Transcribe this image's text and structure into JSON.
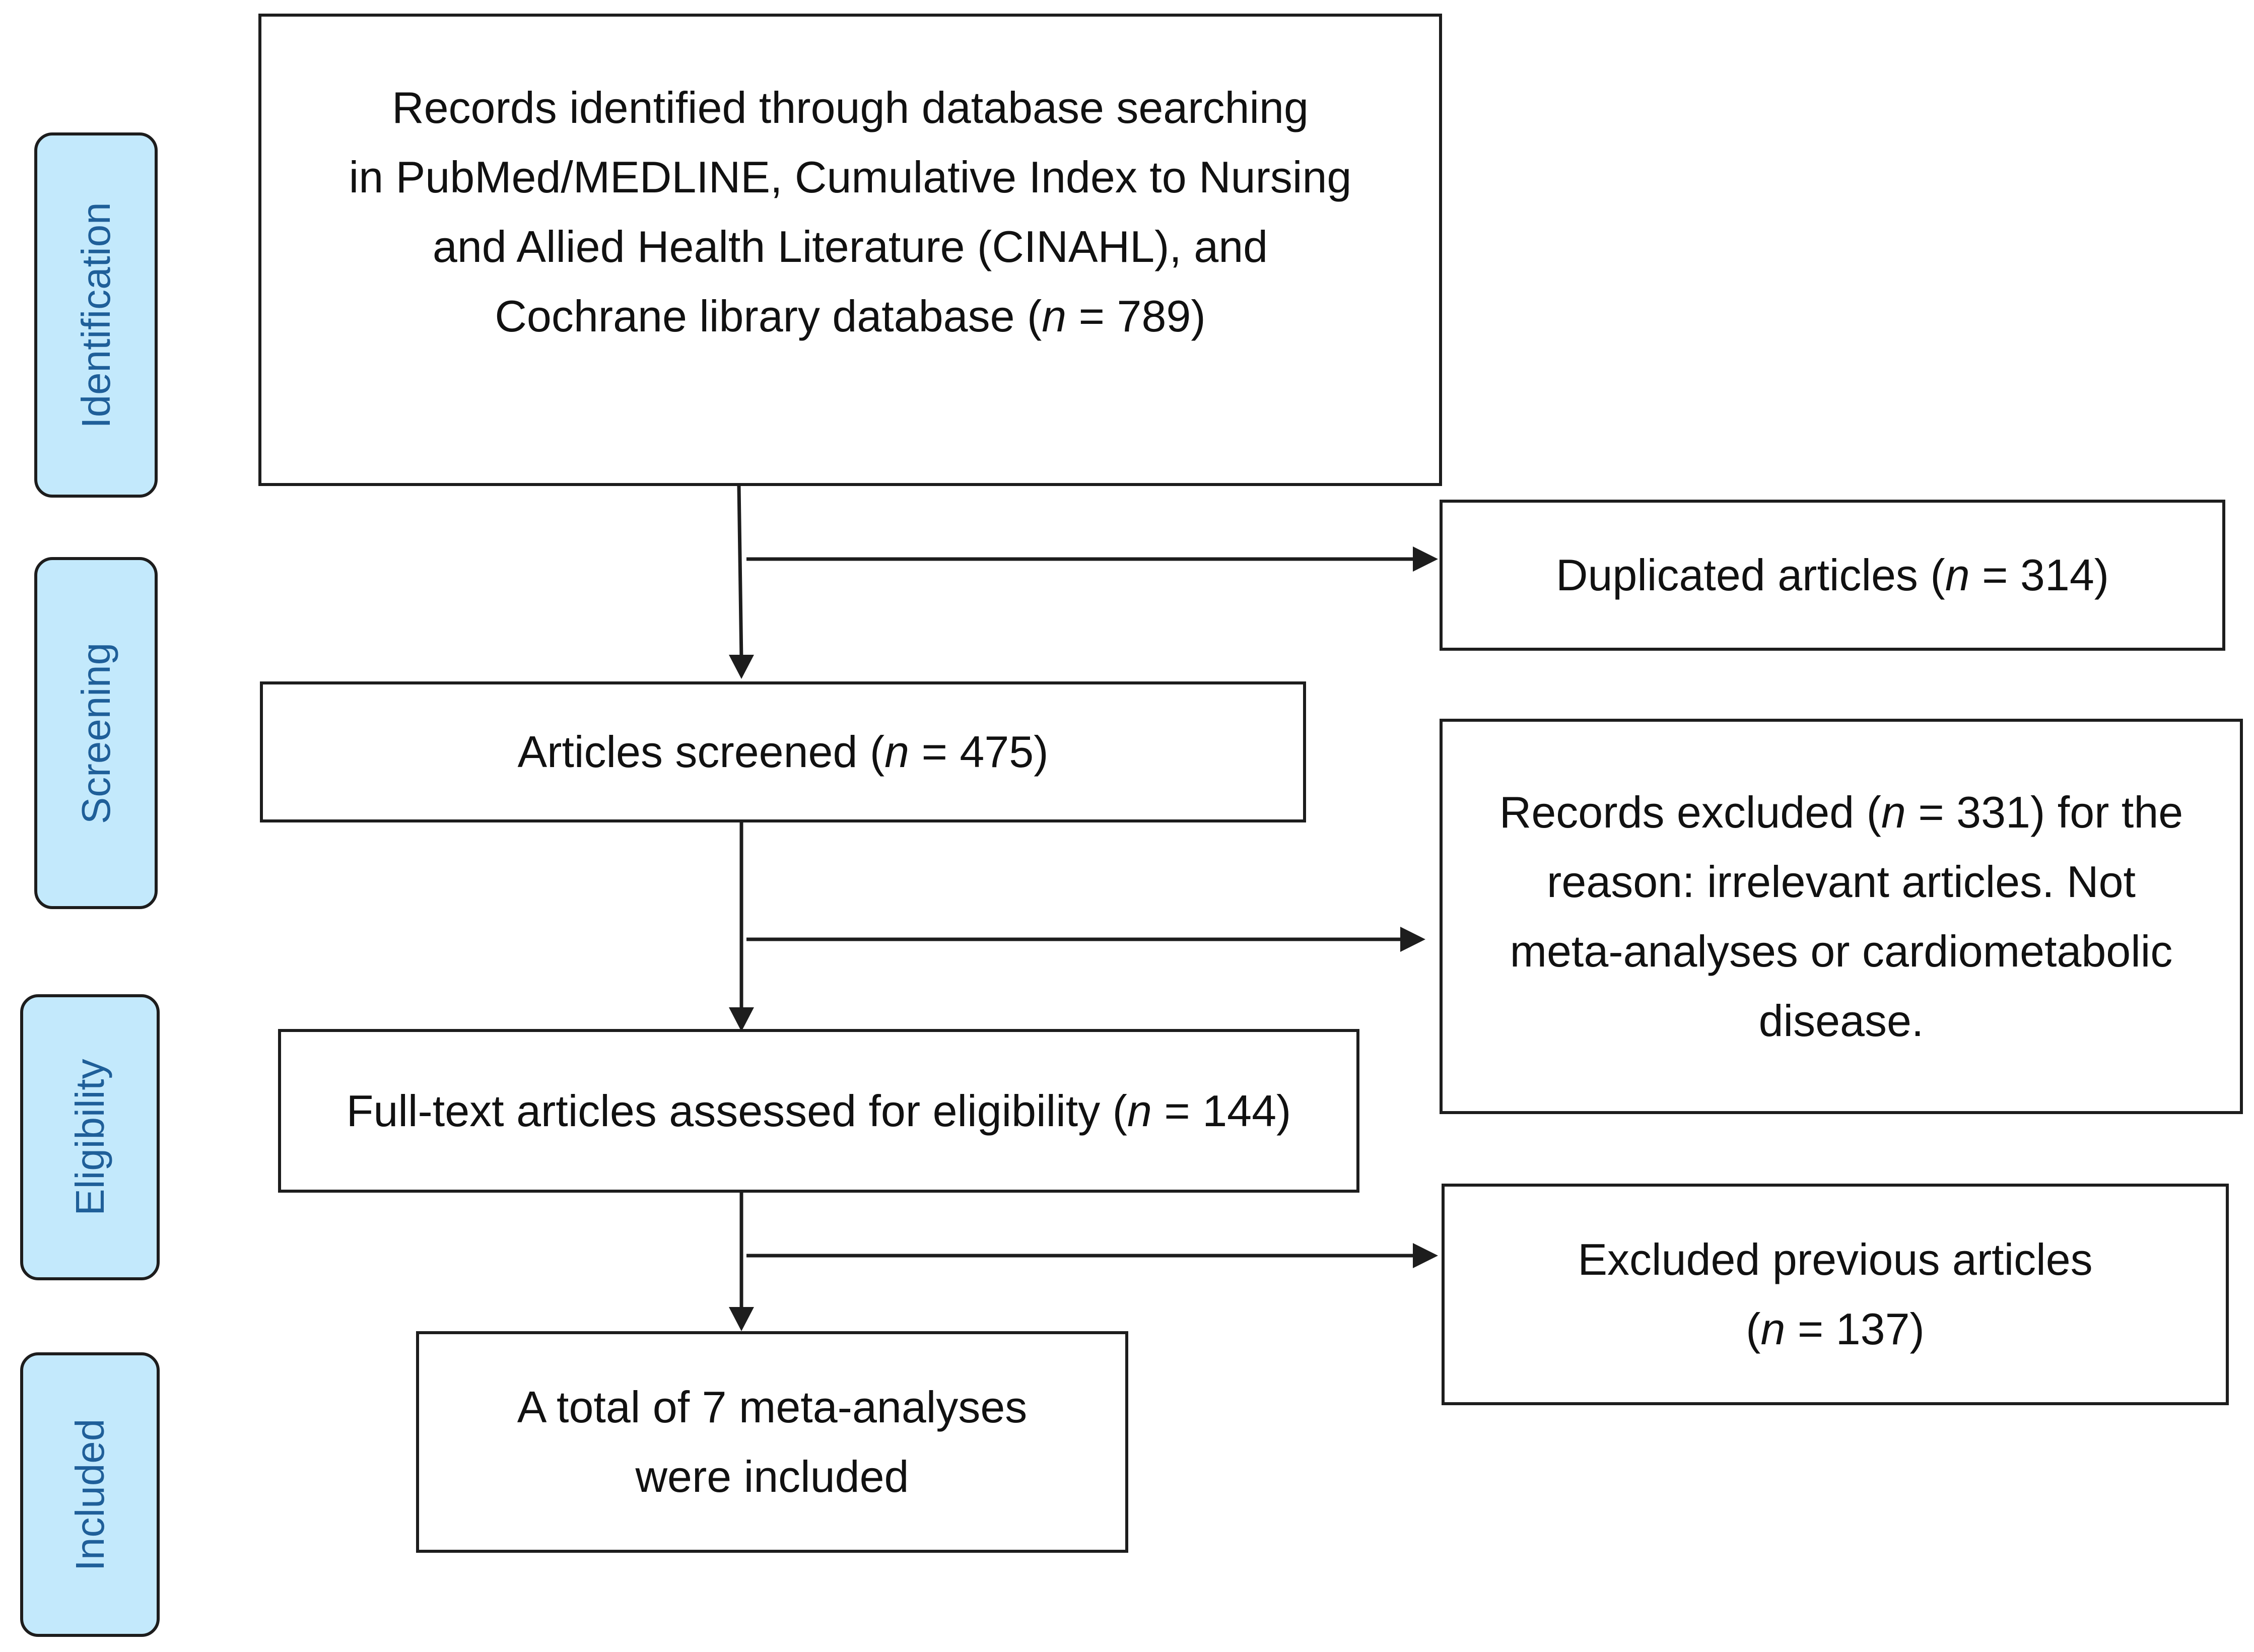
{
  "phases": {
    "identification": "Identification",
    "screening": "Screening",
    "eligibility": "Eligibility",
    "included": "Included"
  },
  "boxes": {
    "identified": {
      "line1": "Records identified through database searching",
      "line2": "in PubMed/MEDLINE, Cumulative Index to Nursing",
      "line3": "and Allied Health Literature (CINAHL), and",
      "line4_prefix": "Cochrane library database (",
      "n_symbol": "n",
      "line4_suffix": " = 789)"
    },
    "duplicated": {
      "prefix": "Duplicated articles (",
      "n_symbol": "n",
      "suffix": " = 314)"
    },
    "screened": {
      "prefix": "Articles screened (",
      "n_symbol": "n",
      "suffix": " = 475)"
    },
    "excluded_records": {
      "line1_prefix": "Records excluded (",
      "n_symbol": "n",
      "line1_suffix": " = 331) for the",
      "line2": "reason: irrelevant articles. Not",
      "line3": "meta-analyses or cardiometabolic",
      "line4": "disease."
    },
    "fulltext": {
      "prefix": "Full-text articles assessed for eligibility (",
      "n_symbol": "n",
      "suffix": " = 144)"
    },
    "excluded_previous": {
      "line1": "Excluded previous articles",
      "line2_prefix": "(",
      "n_symbol": "n",
      "line2_suffix": " = 137)"
    },
    "included": {
      "line1": "A total of 7 meta-analyses",
      "line2": "were included"
    }
  },
  "colors": {
    "phase_fill": "#c3e9fc",
    "phase_text": "#1f5f99",
    "line": "#1d1d1d"
  }
}
